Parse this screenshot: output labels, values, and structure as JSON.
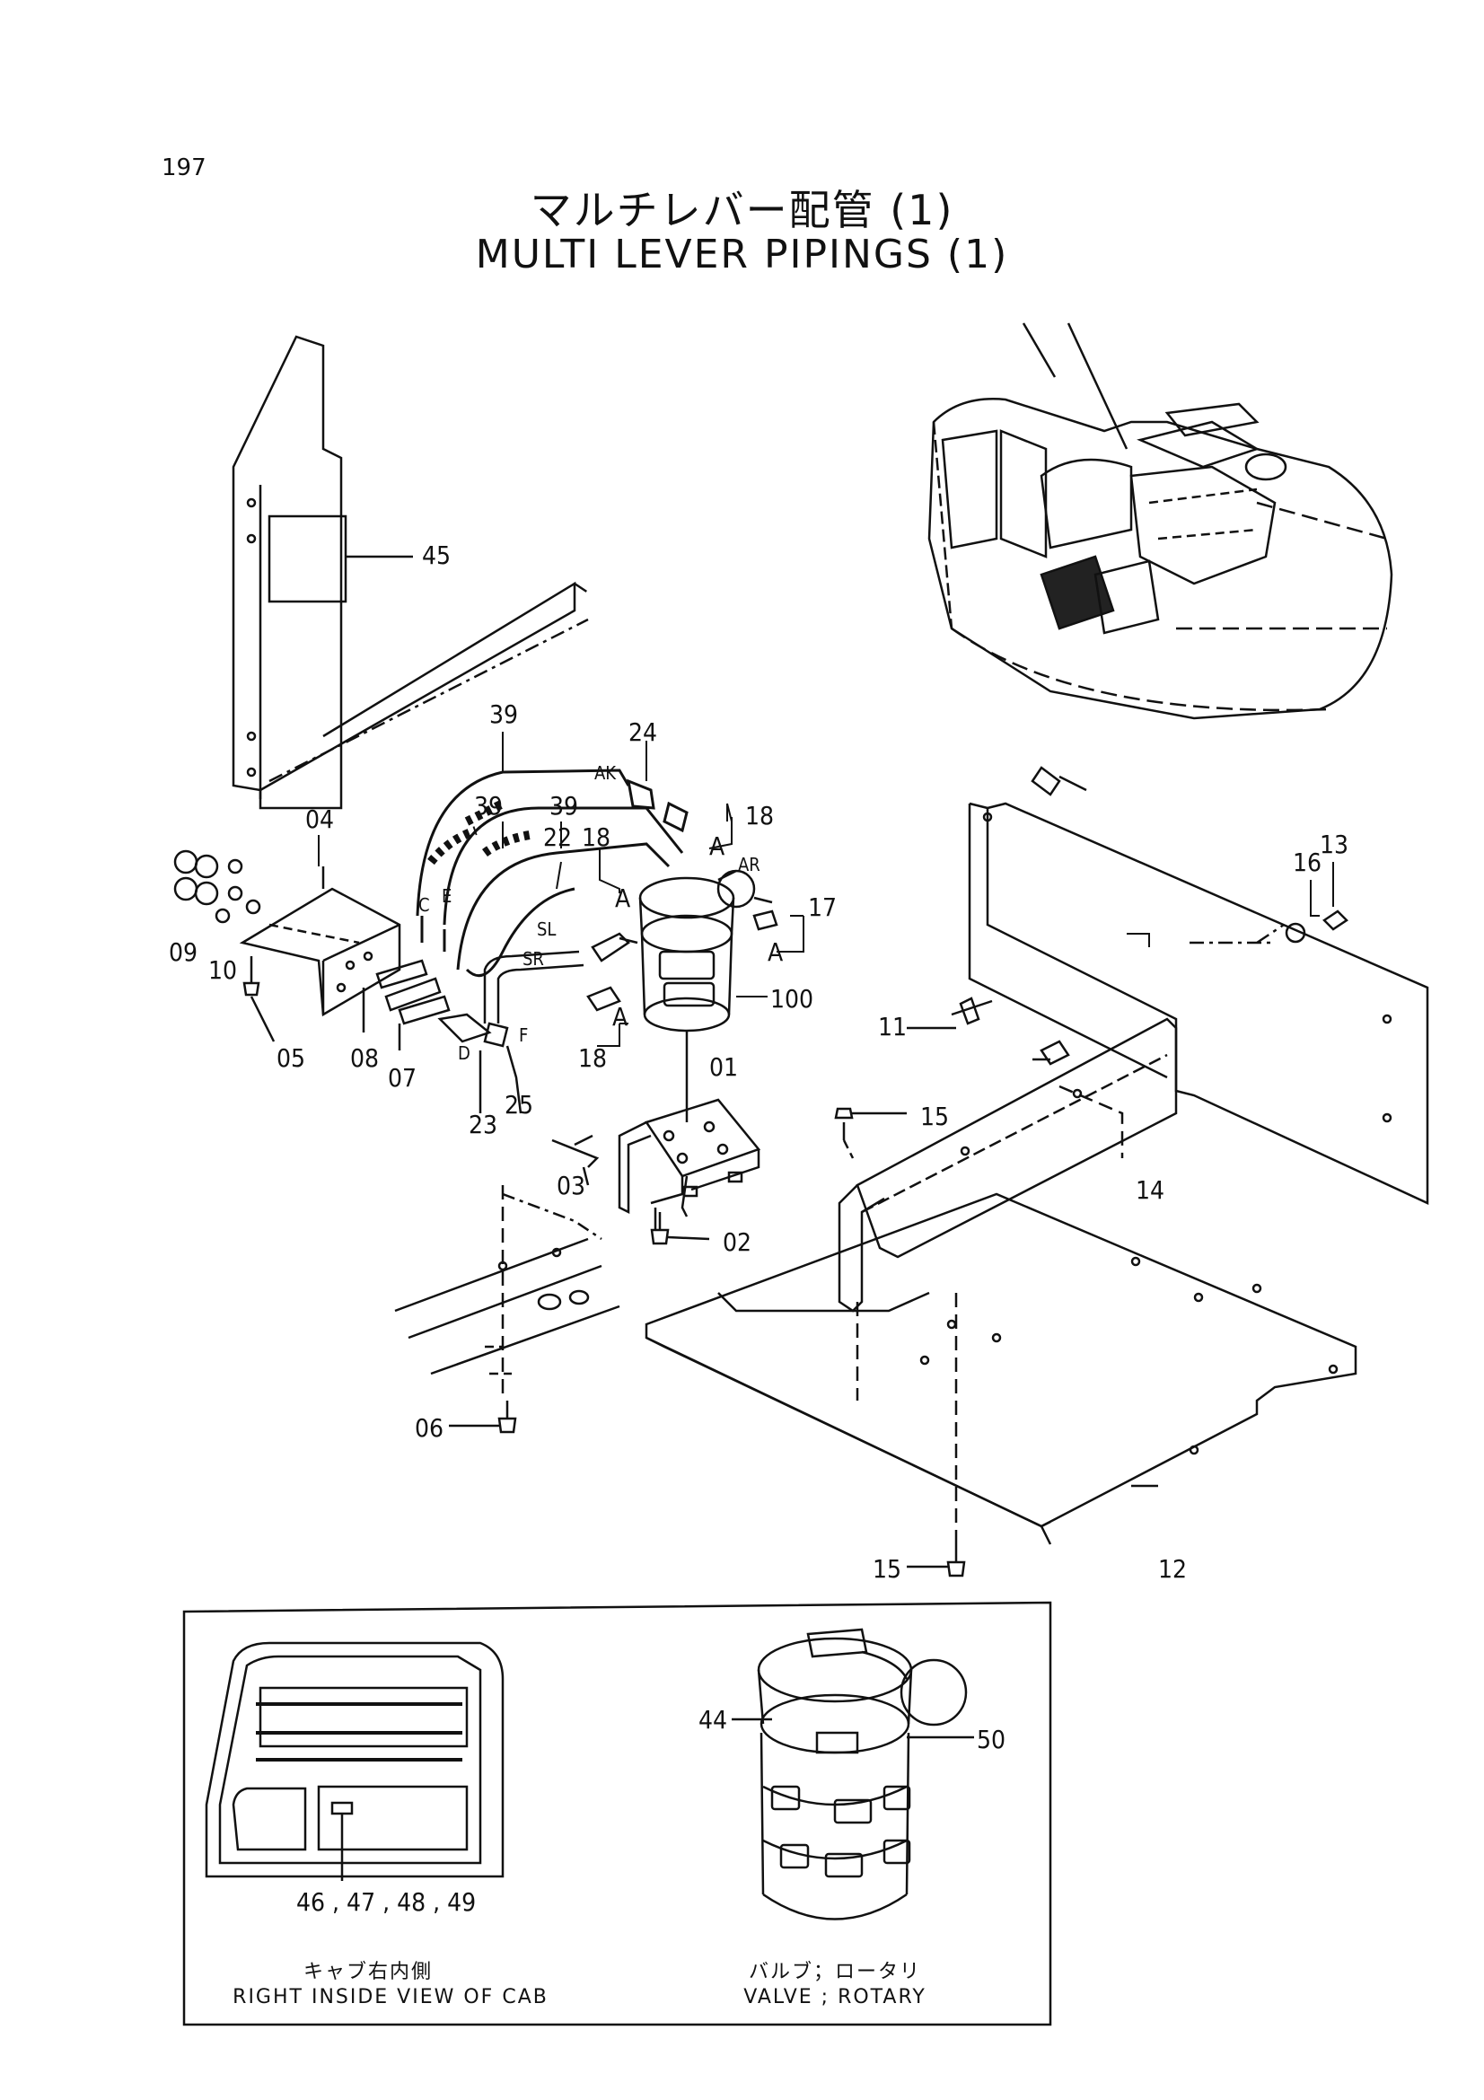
{
  "page_number": "197",
  "title_jp": "マルチレバー配管 (1)",
  "title_en": "MULTI LEVER PIPINGS (1)",
  "callouts": [
    {
      "id": "c45",
      "text": "45"
    },
    {
      "id": "c39a",
      "text": "39"
    },
    {
      "id": "c39b",
      "text": "39"
    },
    {
      "id": "c39c",
      "text": "39"
    },
    {
      "id": "c24",
      "text": "24"
    },
    {
      "id": "c18a",
      "text": "18"
    },
    {
      "id": "c18b",
      "text": "18"
    },
    {
      "id": "c18c",
      "text": "18"
    },
    {
      "id": "c04",
      "text": "04"
    },
    {
      "id": "c22",
      "text": "22"
    },
    {
      "id": "c17",
      "text": "17"
    },
    {
      "id": "c16",
      "text": "16"
    },
    {
      "id": "c13",
      "text": "13"
    },
    {
      "id": "c09",
      "text": "09"
    },
    {
      "id": "c10",
      "text": "10"
    },
    {
      "id": "c05",
      "text": "05"
    },
    {
      "id": "c08",
      "text": "08"
    },
    {
      "id": "c07",
      "text": "07"
    },
    {
      "id": "c100",
      "text": "100"
    },
    {
      "id": "c23",
      "text": "23"
    },
    {
      "id": "c25",
      "text": "25"
    },
    {
      "id": "c11",
      "text": "11"
    },
    {
      "id": "c01",
      "text": "01"
    },
    {
      "id": "c15a",
      "text": "15"
    },
    {
      "id": "c14",
      "text": "14"
    },
    {
      "id": "c03",
      "text": "03"
    },
    {
      "id": "c02",
      "text": "02"
    },
    {
      "id": "c06",
      "text": "06"
    },
    {
      "id": "c15b",
      "text": "15"
    },
    {
      "id": "c12",
      "text": "12"
    },
    {
      "id": "c44",
      "text": "44"
    },
    {
      "id": "c50",
      "text": "50"
    },
    {
      "id": "c46",
      "text": "46 , 47 , 48 , 49"
    }
  ],
  "port_labels": {
    "ak": "AK",
    "ar": "AR",
    "a1": "A",
    "a2": "A",
    "a3": "A",
    "a4": "A",
    "c": "C",
    "e": "E",
    "sl": "SL",
    "sr": "SR",
    "d": "D",
    "f": "F"
  },
  "captions": {
    "cab_jp": "キャブ右内側",
    "cab_en": "RIGHT INSIDE VIEW OF CAB",
    "valve_jp": "バルブ；ロータリ",
    "valve_en": "VALVE ; ROTARY"
  }
}
